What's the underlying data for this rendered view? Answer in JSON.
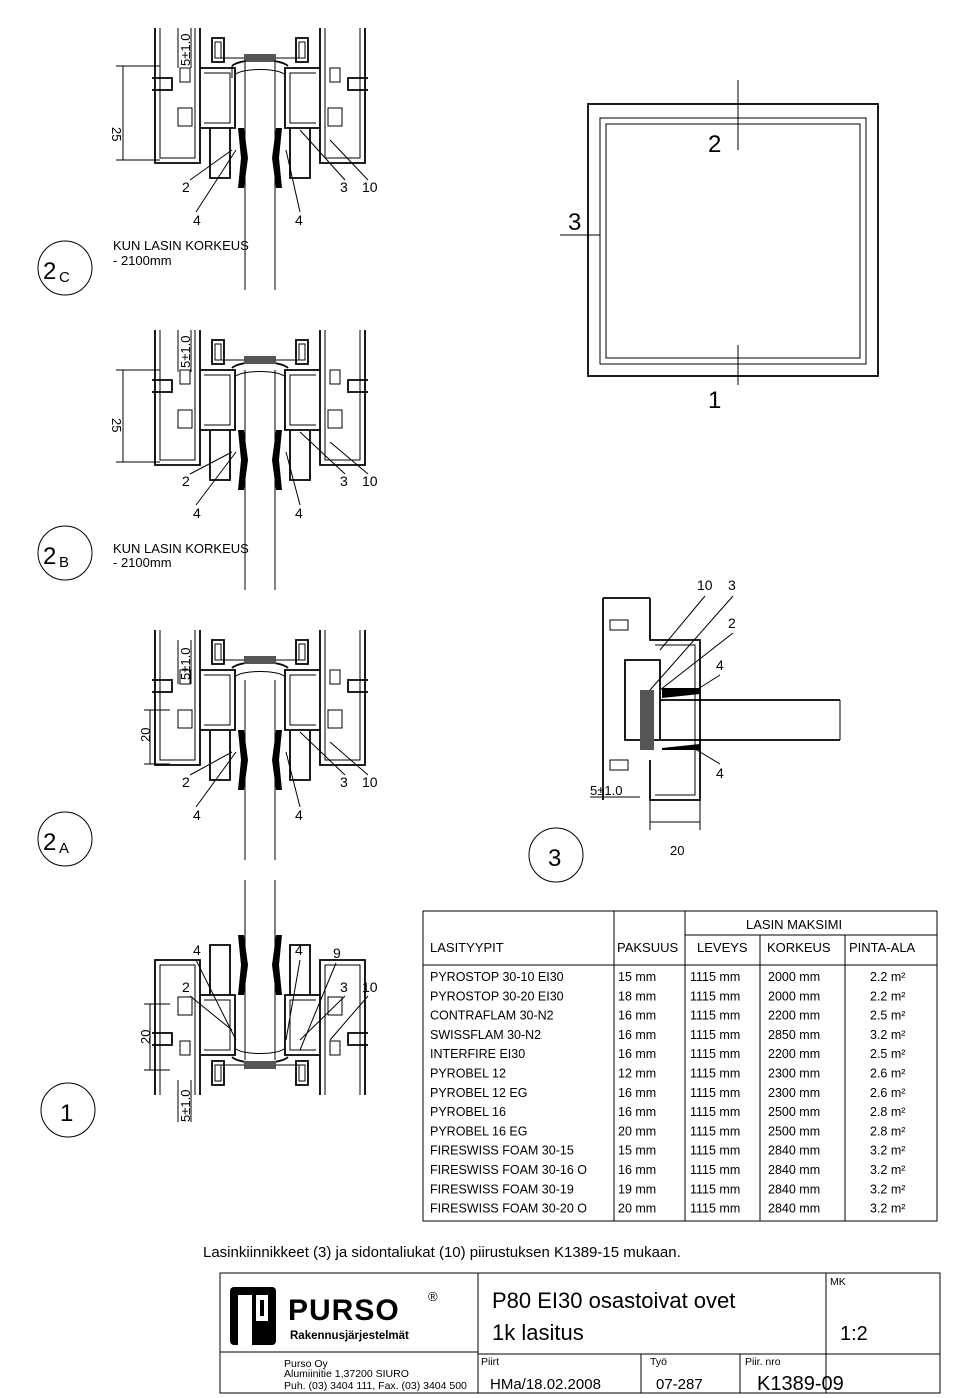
{
  "views": {
    "c": {
      "number": "2",
      "suffix": "C",
      "note_line1": "KUN LASIN KORKEUS",
      "note_line2": "- 2100mm",
      "dim_top": "5±1.0",
      "dim_side": "25",
      "callouts": [
        "2",
        "3",
        "10",
        "4",
        "4"
      ]
    },
    "b": {
      "number": "2",
      "suffix": "B",
      "note_line1": "KUN LASIN KORKEUS",
      "note_line2": "- 2100mm",
      "dim_top": "5±1.0",
      "dim_side": "25",
      "callouts": [
        "2",
        "3",
        "10",
        "4",
        "4"
      ]
    },
    "a": {
      "number": "2",
      "suffix": "A",
      "dim_top": "5±1.0",
      "dim_side": "20",
      "callouts": [
        "2",
        "3",
        "10",
        "4",
        "4"
      ]
    },
    "one": {
      "number": "1",
      "dim_bottom": "5±1.0",
      "dim_side": "20",
      "callouts": [
        "4",
        "4",
        "9",
        "2",
        "3",
        "10"
      ]
    },
    "three": {
      "number": "3",
      "dim_gap": "5±1.0",
      "dim_bottom": "20",
      "callouts": [
        "10",
        "3",
        "2",
        "4",
        "4"
      ]
    },
    "door": {
      "callouts": [
        "2",
        "3",
        "1"
      ]
    }
  },
  "table": {
    "group_header": "LASIN MAKSIMI",
    "columns": [
      "LASITYYPIT",
      "PAKSUUS",
      "LEVEYS",
      "KORKEUS",
      "PINTA-ALA"
    ],
    "rows": [
      [
        "PYROSTOP 30-10 EI30",
        "15 mm",
        "1115 mm",
        "2000 mm",
        "2.2 m²"
      ],
      [
        "PYROSTOP 30-20 EI30",
        "18 mm",
        "1115 mm",
        "2000 mm",
        "2.2 m²"
      ],
      [
        "CONTRAFLAM 30-N2",
        "16 mm",
        "1115 mm",
        "2200 mm",
        "2.5 m²"
      ],
      [
        "SWISSFLAM 30-N2",
        "16 mm",
        "1115 mm",
        "2850 mm",
        "3.2 m²"
      ],
      [
        "INTERFIRE EI30",
        "16 mm",
        "1115 mm",
        "2200 mm",
        "2.5 m²"
      ],
      [
        "PYROBEL 12",
        "12 mm",
        "1115 mm",
        "2300 mm",
        "2.6 m²"
      ],
      [
        "PYROBEL 12 EG",
        "16 mm",
        "1115 mm",
        "2300 mm",
        "2.6 m²"
      ],
      [
        "PYROBEL 16",
        "16 mm",
        "1115 mm",
        "2500 mm",
        "2.8 m²"
      ],
      [
        "PYROBEL 16 EG",
        "20 mm",
        "1115 mm",
        "2500 mm",
        "2.8 m²"
      ],
      [
        "FIRESWISS FOAM 30-15",
        "15 mm",
        "1115 mm",
        "2840 mm",
        "3.2 m²"
      ],
      [
        "FIRESWISS FOAM 30-16 O",
        "16 mm",
        "1115 mm",
        "2840 mm",
        "3.2 m²"
      ],
      [
        "FIRESWISS FOAM 30-19",
        "19 mm",
        "1115 mm",
        "2840 mm",
        "3.2 m²"
      ],
      [
        "FIRESWISS FOAM 30-20 O",
        "20 mm",
        "1115 mm",
        "2840 mm",
        "3.2 m²"
      ]
    ]
  },
  "note": "Lasinkiinnikkeet (3) ja sidontaliukat (10) piirustuksen K1389-15 mukaan.",
  "title_block": {
    "logo_word": "PURSO",
    "logo_registered": "®",
    "logo_sub": "Rakennusjärjestelmät",
    "company_name": "Purso Oy",
    "company_address": "Alumiinitie 1,37200 SIURO",
    "company_phone": "Puh. (03) 3404 111, Fax. (03) 3404 500",
    "title_line1": "P80 EI30 osastoivat ovet",
    "title_line2": "1k lasitus",
    "mk_label": "MK",
    "scale": "1:2",
    "piirt_label": "Piirt",
    "piirt_value": "HMa/18.02.2008",
    "tyo_label": "Työ",
    "tyo_value": "07-287",
    "nro_label": "Piir. nro",
    "nro_value": "K1389-09"
  },
  "colors": {
    "line": "#000000",
    "paper": "#ffffff"
  }
}
